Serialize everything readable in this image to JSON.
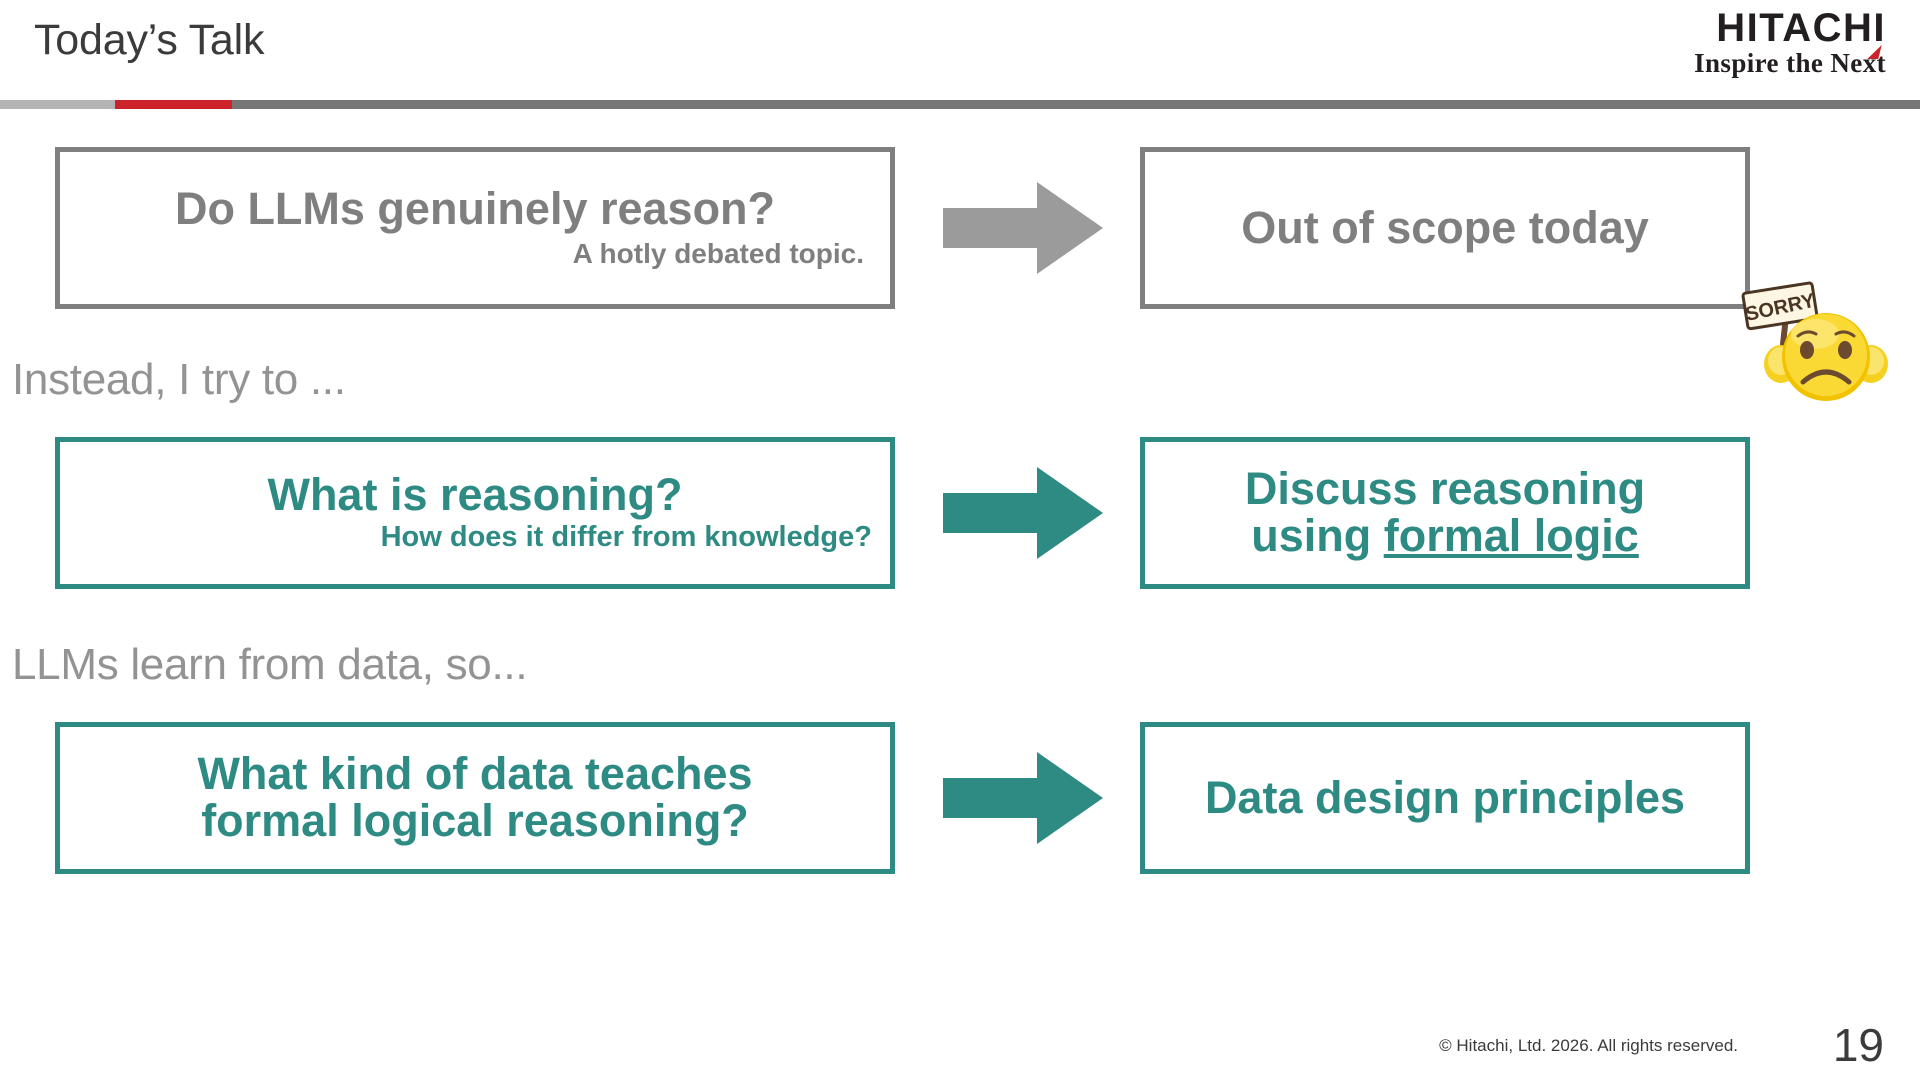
{
  "header": {
    "title": "Today’s Talk",
    "logo": {
      "wordmark": "HITACHI",
      "tagline": "Inspire the Next"
    },
    "rule_colors": {
      "light_gray": "#b4b4b4",
      "red": "#cc2229",
      "dark_gray": "#767676"
    }
  },
  "theme": {
    "gray": "#7f7f7f",
    "teal": "#2e8b84",
    "label_gray": "#939393",
    "text_dark": "#3b3b3b"
  },
  "rows": [
    {
      "label": "",
      "left_panel": {
        "main": "Do LLMs genuinely reason?",
        "sub": "A hotly debated topic.",
        "color": "#7f7f7f"
      },
      "arrow": {
        "name": "arrow-right-gray",
        "color": "#9b9b9b"
      },
      "right_panel": {
        "main": "Out of scope today",
        "color": "#7f7f7f"
      }
    },
    {
      "label": "Instead, I try to ...",
      "left_panel": {
        "main": "What is reasoning?",
        "sub": "How does it differ from knowledge?",
        "color": "#2e8b84"
      },
      "arrow": {
        "name": "arrow-right-teal",
        "color": "#2e8b84"
      },
      "right_panel": {
        "main_line1": "Discuss reasoning",
        "main_line2_prefix": "using ",
        "main_line2_underlined": "formal logic",
        "color": "#2e8b84"
      }
    },
    {
      "label": "LLMs learn from data, so...",
      "left_panel": {
        "main_line1": "What kind of data teaches",
        "main_line2": "formal logical reasoning?",
        "color": "#2e8b84"
      },
      "arrow": {
        "name": "arrow-right-teal",
        "color": "#2e8b84"
      },
      "right_panel": {
        "main": "Data design principles",
        "color": "#2e8b84"
      }
    }
  ],
  "sticker": {
    "name": "sad-face-sorry-sign",
    "sign_text": "SORRY",
    "face_color": "#f7d736",
    "sign_color": "#fdf6e3"
  },
  "footer": {
    "copyright": "© Hitachi, Ltd. 2026. All rights reserved.",
    "page_number": "19"
  }
}
